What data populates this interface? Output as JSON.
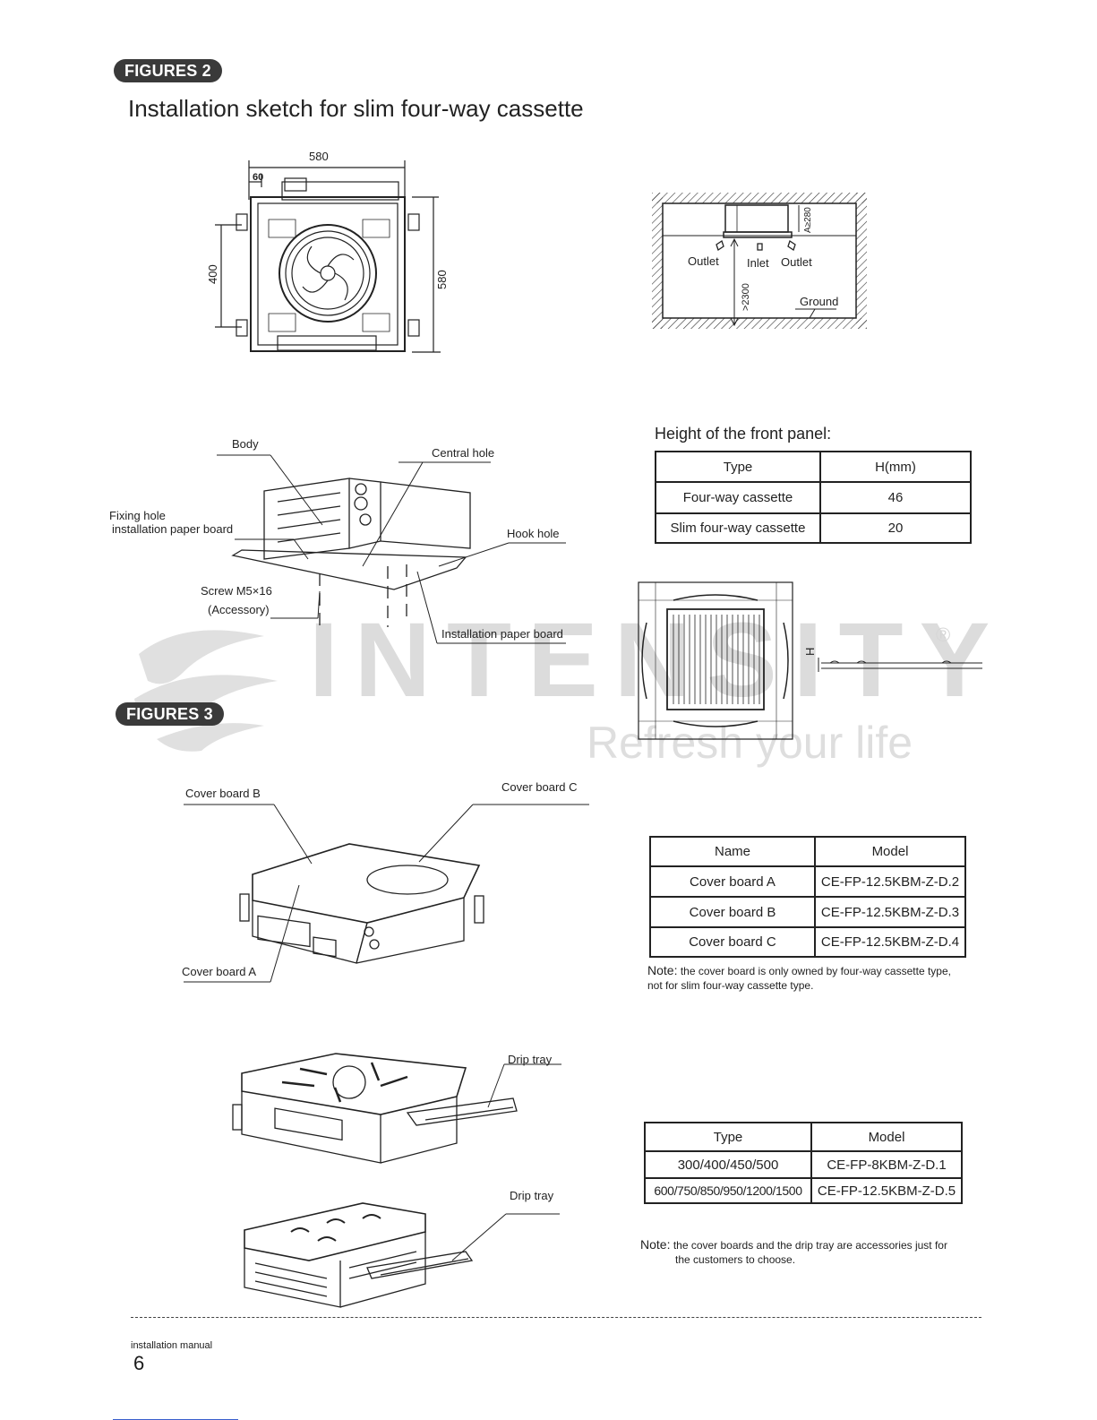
{
  "fig2": {
    "badge": "FIGURES 2",
    "title": "Installation sketch for slim four-way cassette",
    "dims": {
      "top": "580",
      "offset": "60",
      "left": "400",
      "right": "580"
    },
    "room": {
      "clearance": "A≥280",
      "outlet_left": "Outlet",
      "inlet": "Inlet",
      "outlet_right": "Outlet",
      "height": ">2300",
      "ground": "Ground"
    },
    "body_labels": {
      "body": "Body",
      "central_hole": "Central hole",
      "fixing_hole": "Fixing hole",
      "installation_paper_board": "installation paper board",
      "hook_hole": "Hook hole",
      "screw": "Screw M5×16",
      "accessory": "(Accessory)",
      "installation_paper_board_2": "Installation paper board"
    },
    "panel_height_title": "Height of the front panel:",
    "panel_table": {
      "headers": [
        "Type",
        "H(mm)"
      ],
      "rows": [
        [
          "Four-way cassette",
          "46"
        ],
        [
          "Slim four-way cassette",
          "20"
        ]
      ]
    },
    "panel_H": "H"
  },
  "watermark": {
    "brand": "INTENSITY",
    "reg": "®",
    "slogan": "Refresh your life"
  },
  "fig3": {
    "badge": "FIGURES 3",
    "labels": {
      "cover_b": "Cover board B",
      "cover_c": "Cover board C",
      "cover_a": "Cover board A",
      "drip_tray_1": "Drip tray",
      "drip_tray_2": "Drip tray"
    },
    "cover_table": {
      "headers": [
        "Name",
        "Model"
      ],
      "rows": [
        [
          "Cover board A",
          "CE-FP-12.5KBM-Z-D.2"
        ],
        [
          "Cover board B",
          "CE-FP-12.5KBM-Z-D.3"
        ],
        [
          "Cover board C",
          "CE-FP-12.5KBM-Z-D.4"
        ]
      ]
    },
    "note1_label": "Note:",
    "note1_text": "the cover board is only owned by four-way cassette type,",
    "note1_text2": "not for slim four-way cassette type.",
    "drip_table": {
      "headers": [
        "Type",
        "Model"
      ],
      "rows": [
        [
          "300/400/450/500",
          "CE-FP-8KBM-Z-D.1"
        ],
        [
          "600/750/850/950/1200/1500",
          "CE-FP-12.5KBM-Z-D.5"
        ]
      ]
    },
    "note2_label": "Note:",
    "note2_text": "the cover boards and the drip tray are accessories just for",
    "note2_text2": "the customers to choose."
  },
  "footer": {
    "manual": "installation manual",
    "page": "6"
  }
}
